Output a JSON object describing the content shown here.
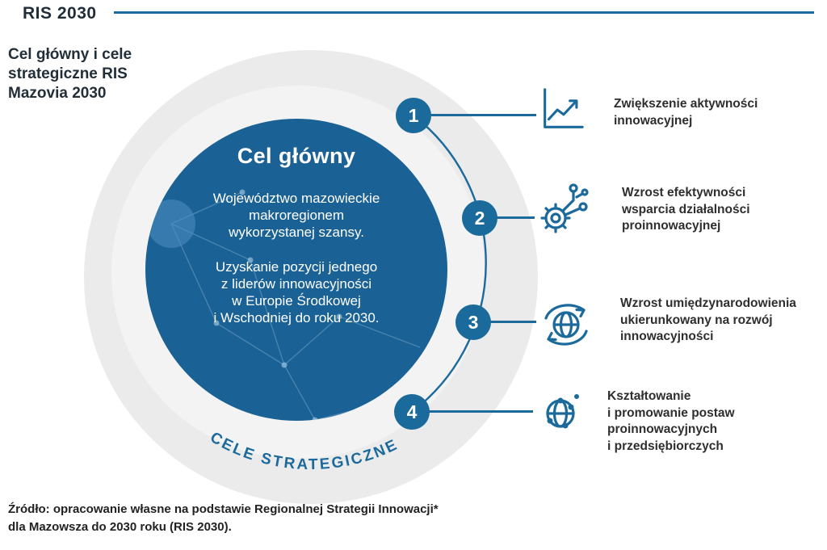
{
  "header": {
    "title": "RIS 2030",
    "subtitle_lines": [
      "Cel główny i cele",
      "strategiczne RIS",
      "Mazovia 2030"
    ]
  },
  "diagram": {
    "ring_label": "CELE STRATEGICZNE",
    "main_goal": {
      "heading": "Cel główny",
      "paragraph1_lines": [
        "Województwo mazowieckie",
        "makroregionem",
        "wykorzystanej szansy."
      ],
      "paragraph2_lines": [
        "Uzyskanie pozycji jednego",
        "z liderów innowacyjności",
        "w Europie Środkowej",
        "i Wschodniej do roku 2030."
      ]
    },
    "goals": [
      {
        "number": "1",
        "icon": "growth-chart-icon",
        "lines": [
          "Zwiększenie aktywności",
          "innowacyjnej"
        ]
      },
      {
        "number": "2",
        "icon": "gear-circuit-icon",
        "lines": [
          "Wzrost efektywności",
          "wsparcia działalności",
          "proinnowacyjnej"
        ]
      },
      {
        "number": "3",
        "icon": "globe-arrows-icon",
        "lines": [
          "Wzrost umiędzynarodowienia",
          "ukierunkowany na rozwój",
          "innowacyjności"
        ]
      },
      {
        "number": "4",
        "icon": "globe-network-icon",
        "lines": [
          "Kształtowanie",
          "i promowanie postaw",
          "proinnowacyjnych",
          "i przedsiębiorczych"
        ]
      }
    ]
  },
  "footer": {
    "lines": [
      "Źródło: opracowanie własne na podstawie Regionalnej Strategii Innowacji*",
      "dla Mazowsza do 2030 roku (RIS 2030)."
    ]
  },
  "colors": {
    "primary_blue": "#1c6a9c",
    "main_circle_fill": "#1a6195",
    "ring_gray": "#ebebeb",
    "inner_ring_gray": "#f3f3f3",
    "text_dark": "#2e2e2e"
  }
}
